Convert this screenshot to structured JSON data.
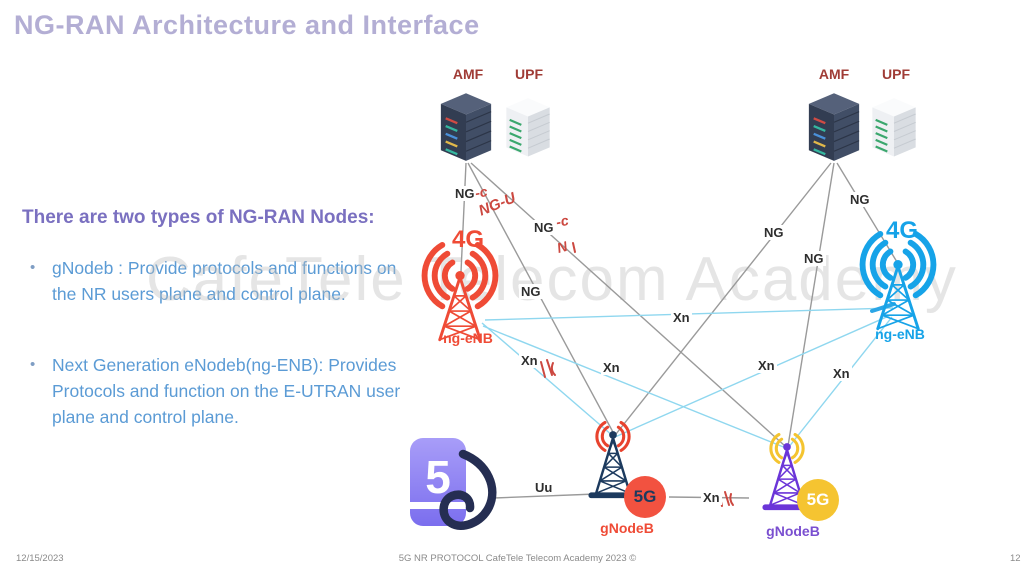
{
  "slide": {
    "title": "NG-RAN Architecture and Interface",
    "watermark": "CafeTele Telecom Academy",
    "footer": {
      "date": "12/15/2023",
      "center": "5G NR PROTOCOL CafeTele Telecom Academy 2023 ©",
      "page": "12"
    }
  },
  "content": {
    "heading": "There are two types of NG-RAN Nodes:",
    "bullets": [
      "gNodeb : Provide protocols and functions on the NR users plane and control plane.",
      "Next Generation eNodeb(ng-ENB): Provides Protocols and function on the E-UTRAN user plane and control plane."
    ]
  },
  "diagram": {
    "core_left": {
      "amf": "AMF",
      "upf": "UPF"
    },
    "core_right": {
      "amf": "AMF",
      "upf": "UPF"
    },
    "enb_left": {
      "tech": "4G",
      "name": "ng-eNB"
    },
    "enb_right": {
      "tech": "4G",
      "name": "ng-eNB"
    },
    "gnb_left": {
      "badge": "5G",
      "name": "gNodeB"
    },
    "gnb_right": {
      "badge": "5G",
      "name": "gNodeB"
    },
    "ue": {
      "digit": "5"
    },
    "labels": {
      "ng": "NG",
      "xn": "Xn",
      "uu": "Uu"
    },
    "annotations": {
      "c1": "-c",
      "ngu": "NG-U",
      "c2": "-c",
      "n": "N"
    },
    "colors": {
      "title": "#b3aed4",
      "heading": "#7a70c0",
      "body_text": "#5b9bd5",
      "core_label": "#a03c36",
      "enb_left": "#ef4b36",
      "enb_right": "#16a3e8",
      "gnb_left_structure": "#1c3a5e",
      "gnb_left_wave": "#e8432e",
      "gnb_right_structure": "#6b35d8",
      "gnb_right_wave": "#f4c430",
      "ng_line": "#9a9a9a",
      "xn_line": "#8fd7ef",
      "annotation": "#cc4840"
    }
  }
}
